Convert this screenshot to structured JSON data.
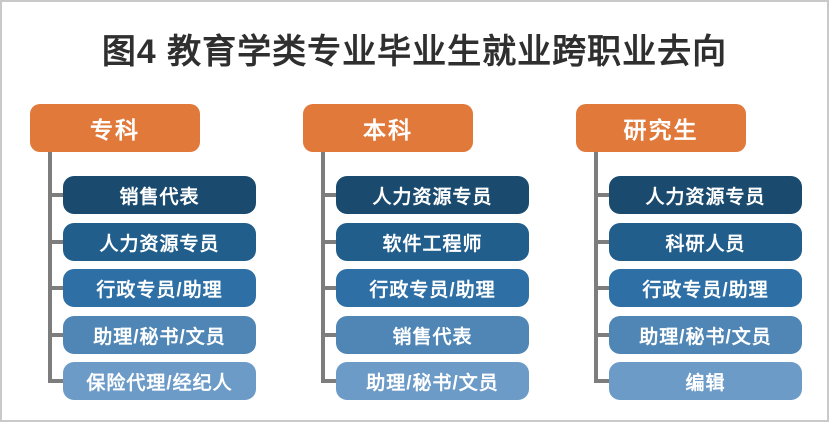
{
  "title": "图4 教育学类专业毕业生就业跨职业去向",
  "colors": {
    "header_orange": "#E0793A",
    "connector_gray": "#7D7D7D",
    "title_text": "#2F2F2F",
    "item_text": "#FFFFFF",
    "shades": [
      "#1A4A6E",
      "#215E8C",
      "#2E6FA5",
      "#4F86B5",
      "#6C9BC8"
    ]
  },
  "columns": [
    {
      "header": "专科",
      "items": [
        "销售代表",
        "人力资源专员",
        "行政专员/助理",
        "助理/秘书/文员",
        "保险代理/经纪人"
      ]
    },
    {
      "header": "本科",
      "items": [
        "人力资源专员",
        "软件工程师",
        "行政专员/助理",
        "销售代表",
        "助理/秘书/文员"
      ]
    },
    {
      "header": "研究生",
      "items": [
        "人力资源专员",
        "科研人员",
        "行政专员/助理",
        "助理/秘书/文员",
        "编辑"
      ]
    }
  ]
}
